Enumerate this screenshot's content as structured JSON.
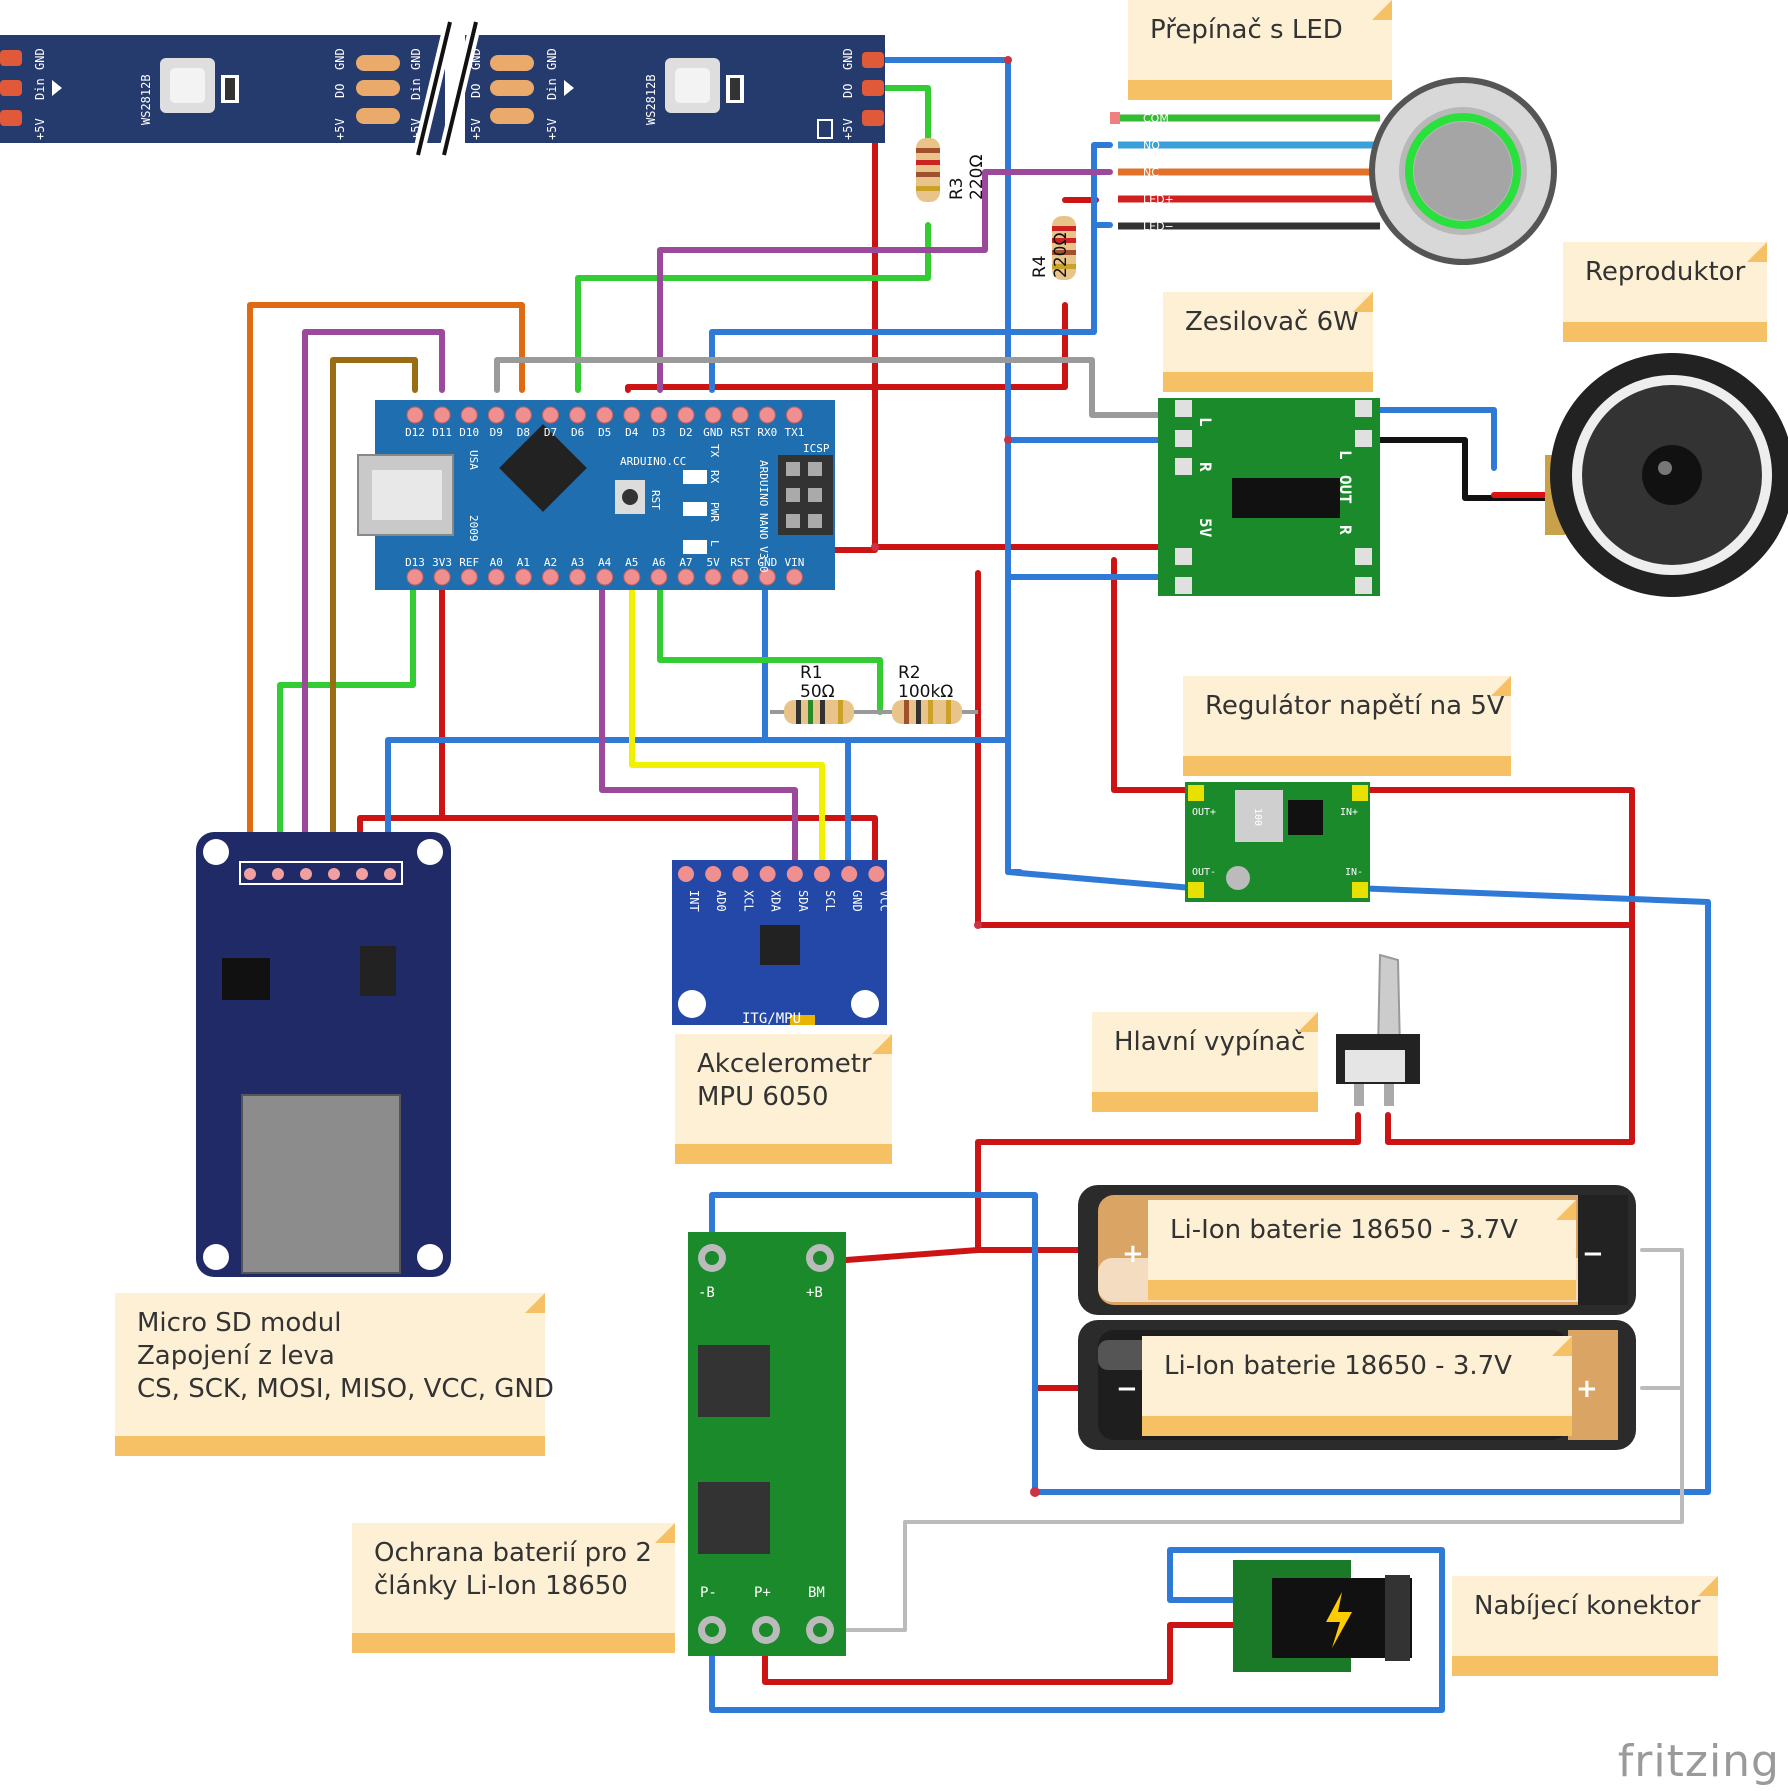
{
  "notes": {
    "switch": "Přepínač s LED",
    "speaker": "Reproduktor",
    "amp": "Zesilovač 6W",
    "regulator": "Regulátor napětí na 5V",
    "accel": "Akcelerometr\nMPU 6050",
    "mainswitch": "Hlavní vypínač",
    "battery1": "Li-Ion baterie 18650 - 3.7V",
    "battery2": "Li-Ion baterie 18650 - 3.7V",
    "sd": "Micro SD modul\nZapojení z leva\nCS, SCK, MOSI, MISO, VCC, GND",
    "bms": "Ochrana baterií pro 2\nčlánky Li-Ion 18650",
    "charger": "Nabíjecí konektor"
  },
  "resistors": {
    "r1_name": "R1",
    "r1_value": "50Ω",
    "r2_name": "R2",
    "r2_value": "100kΩ",
    "r3_name": "R3",
    "r3_value": "220Ω",
    "r4_name": "R4",
    "r4_value": "220Ω"
  },
  "ledstrip": {
    "chip": "WS2812B",
    "pins_in": [
      "+5V",
      "Din",
      "GND"
    ],
    "pins_out": [
      "+5V",
      "DO",
      "GND"
    ]
  },
  "button_wires": [
    "COM",
    "NO",
    "NC",
    "LED+",
    "LED−"
  ],
  "nano": {
    "top_pins": [
      "D12",
      "D11",
      "D10",
      "D9",
      "D8",
      "D7",
      "D6",
      "D5",
      "D4",
      "D3",
      "D2",
      "GND",
      "RST",
      "RX0",
      "TX1"
    ],
    "bottom_pins": [
      "D13",
      "3V3",
      "REF",
      "A0",
      "A1",
      "A2",
      "A3",
      "A4",
      "A5",
      "A6",
      "A7",
      "5V",
      "RST",
      "GND",
      "VIN"
    ],
    "brand": "ARDUINO.CC",
    "model": "ARDUINO NANO V3.0",
    "year": "2009",
    "usa": "USA",
    "icsp": "ICSP",
    "rst": "RST",
    "leds": [
      "TX",
      "RX",
      "PWR",
      "L"
    ]
  },
  "mpu": {
    "pins": [
      "INT",
      "AD0",
      "XCL",
      "XDA",
      "SDA",
      "SCL",
      "GND",
      "VCC"
    ],
    "label": "ITG/MPU"
  },
  "amp_labels": {
    "l": "L",
    "r": "R",
    "out_l": "L",
    "out": "OUT",
    "out_r": "R",
    "v5": "5V"
  },
  "reg_labels": {
    "out_plus": "OUT+",
    "in_plus": "IN+",
    "out_minus": "OUT-",
    "in_minus": "IN-",
    "pot": "100"
  },
  "bms_labels": {
    "bminus": "-B",
    "bplus": "+B",
    "pminus": "P-",
    "pplus": "P+",
    "bm": "BM"
  },
  "watermark": "fritzing"
}
